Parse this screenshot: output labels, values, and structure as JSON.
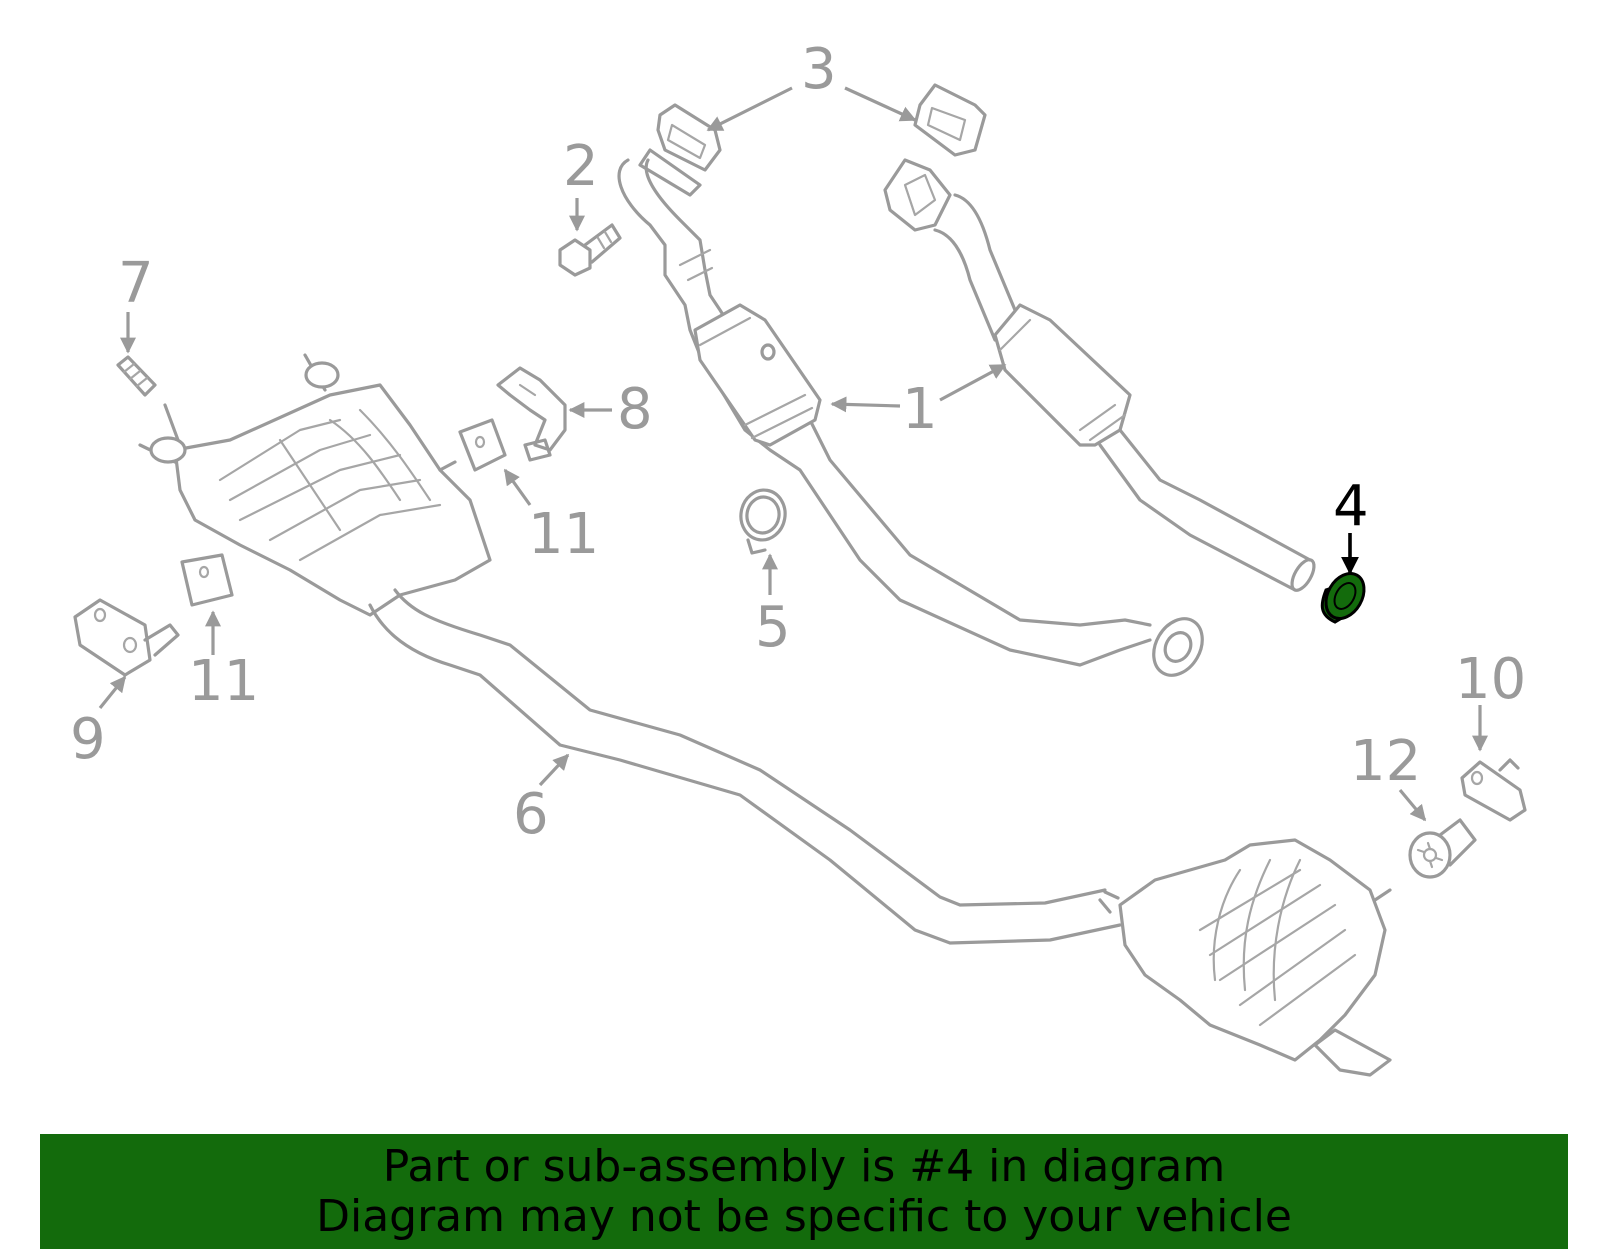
{
  "diagram": {
    "highlight_color": "#136b0c",
    "part_color": "#9a9a9a",
    "callouts": {
      "c1": "1",
      "c2": "2",
      "c3": "3",
      "c4": "4",
      "c5": "5",
      "c6": "6",
      "c7": "7",
      "c8": "8",
      "c9": "9",
      "c10": "10",
      "c11a": "11",
      "c11b": "11",
      "c12": "12"
    },
    "highlighted_part": "4"
  },
  "banner": {
    "line1": "Part or sub-assembly is #4 in diagram",
    "line2": "Diagram may not be specific to your vehicle",
    "background": "#136b0c"
  }
}
